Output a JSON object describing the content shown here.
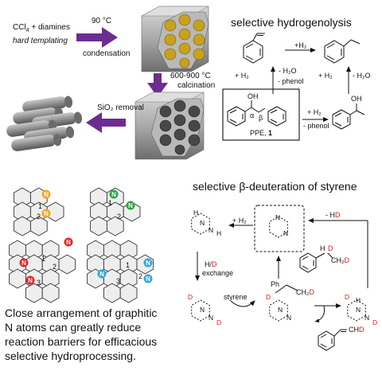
{
  "synthesis": {
    "reactants_pre": "CCl",
    "reactants_sub": "4",
    "reactants_post": " + diamines",
    "templating": "hard templating",
    "temp1": "90 °C",
    "step1": "condensation",
    "temp2": "600-900 °C",
    "step2": "calcination",
    "removal": "SiO₂ removal"
  },
  "hydrogenolysis": {
    "title": "selective hydrogenolysis",
    "top_reagent": "+H₂",
    "left_h2": "+ H₂",
    "left_h2o": "- H₂O",
    "left_phenol": "- phenol",
    "right_h2": "+ H₂",
    "right_h2o": "- H₂O",
    "oh_top": "OH",
    "oh_right": "OH",
    "alpha": "α",
    "beta": "β",
    "ppe_label": "PPE, ",
    "ppe_num": "1",
    "box_h2": "+ H₂",
    "box_phenol": "- phenol"
  },
  "models": {
    "labels": [
      "1",
      "2",
      "1",
      "2",
      "1",
      "2",
      "3",
      "1",
      "2",
      "3"
    ],
    "n_letter": "N"
  },
  "deuteration": {
    "title": "selective β-deuteration of styrene",
    "plus_h2": "+ H₂",
    "minus_hd_pre": "- H",
    "minus_hd_d": "D",
    "hd_exchange_pre": "H/",
    "hd_exchange_d": "D",
    "exchange": "exchange",
    "styrene": "styrene",
    "ph": "Ph",
    "ch2": "CH₂",
    "d": "D",
    "h": "H",
    "n": "N",
    "chd": "CHD"
  },
  "conclusion": {
    "lines": [
      "Close arrangement of graphitic",
      "N atoms can greatly reduce",
      "reaction barriers for efficacious",
      "selective hydroprocessing."
    ]
  },
  "colors": {
    "arrow": "#6d2c91",
    "gold": "#c8a11e",
    "dark_pore": "#474747",
    "rod": "#9a9a9a",
    "n_orange": "#f5a623",
    "n_green": "#27a844",
    "n_red": "#e3262b",
    "n_blue": "#2ea8dc",
    "hex_fill": "#eeeeee",
    "deuterium": "#d81e1e"
  }
}
